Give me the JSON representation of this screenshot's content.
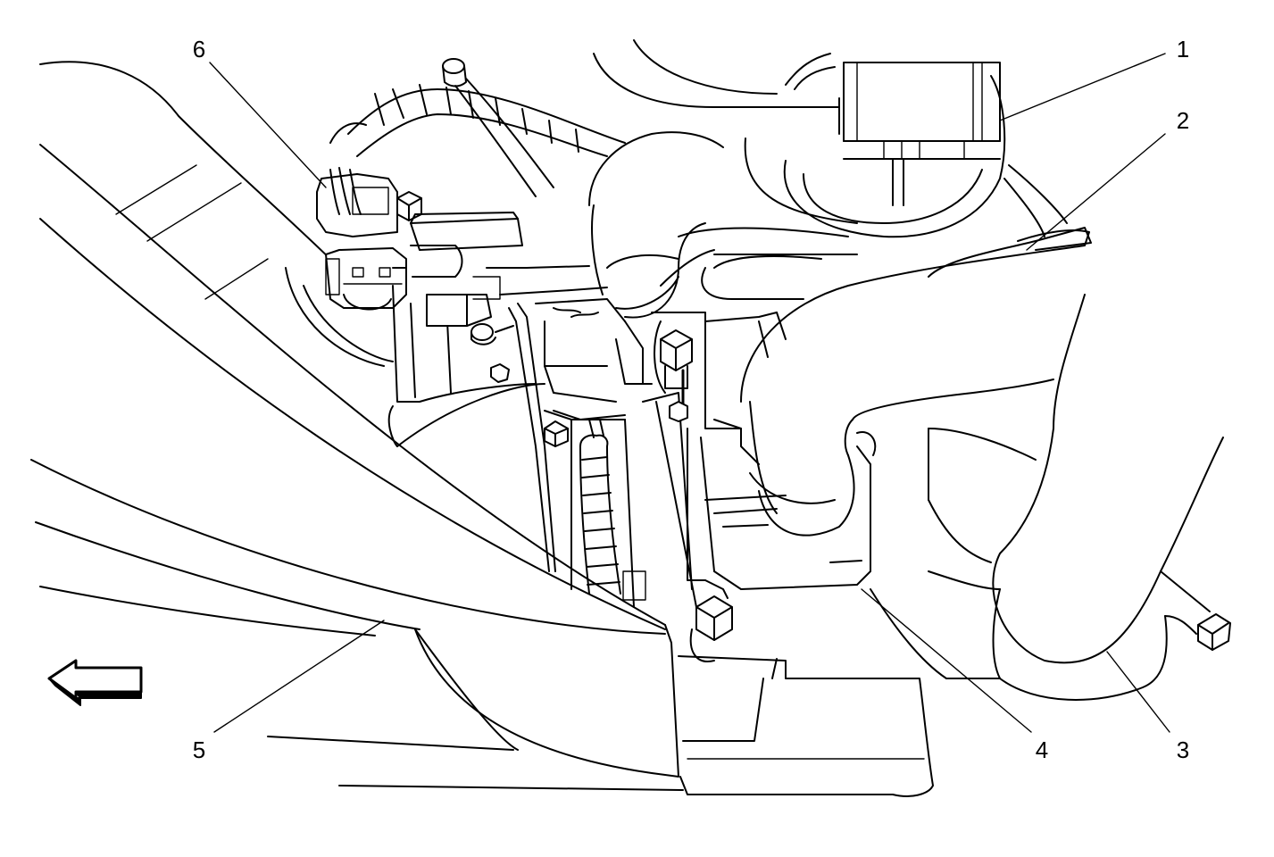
{
  "callouts": [
    {
      "id": "1",
      "label": "1"
    },
    {
      "id": "2",
      "label": "2"
    },
    {
      "id": "3",
      "label": "3"
    },
    {
      "id": "4",
      "label": "4"
    },
    {
      "id": "5",
      "label": "5"
    },
    {
      "id": "6",
      "label": "6"
    }
  ],
  "icons": {
    "direction_arrow": "left-arrow-icon"
  },
  "colors": {
    "line": "#000000",
    "background": "#ffffff"
  }
}
